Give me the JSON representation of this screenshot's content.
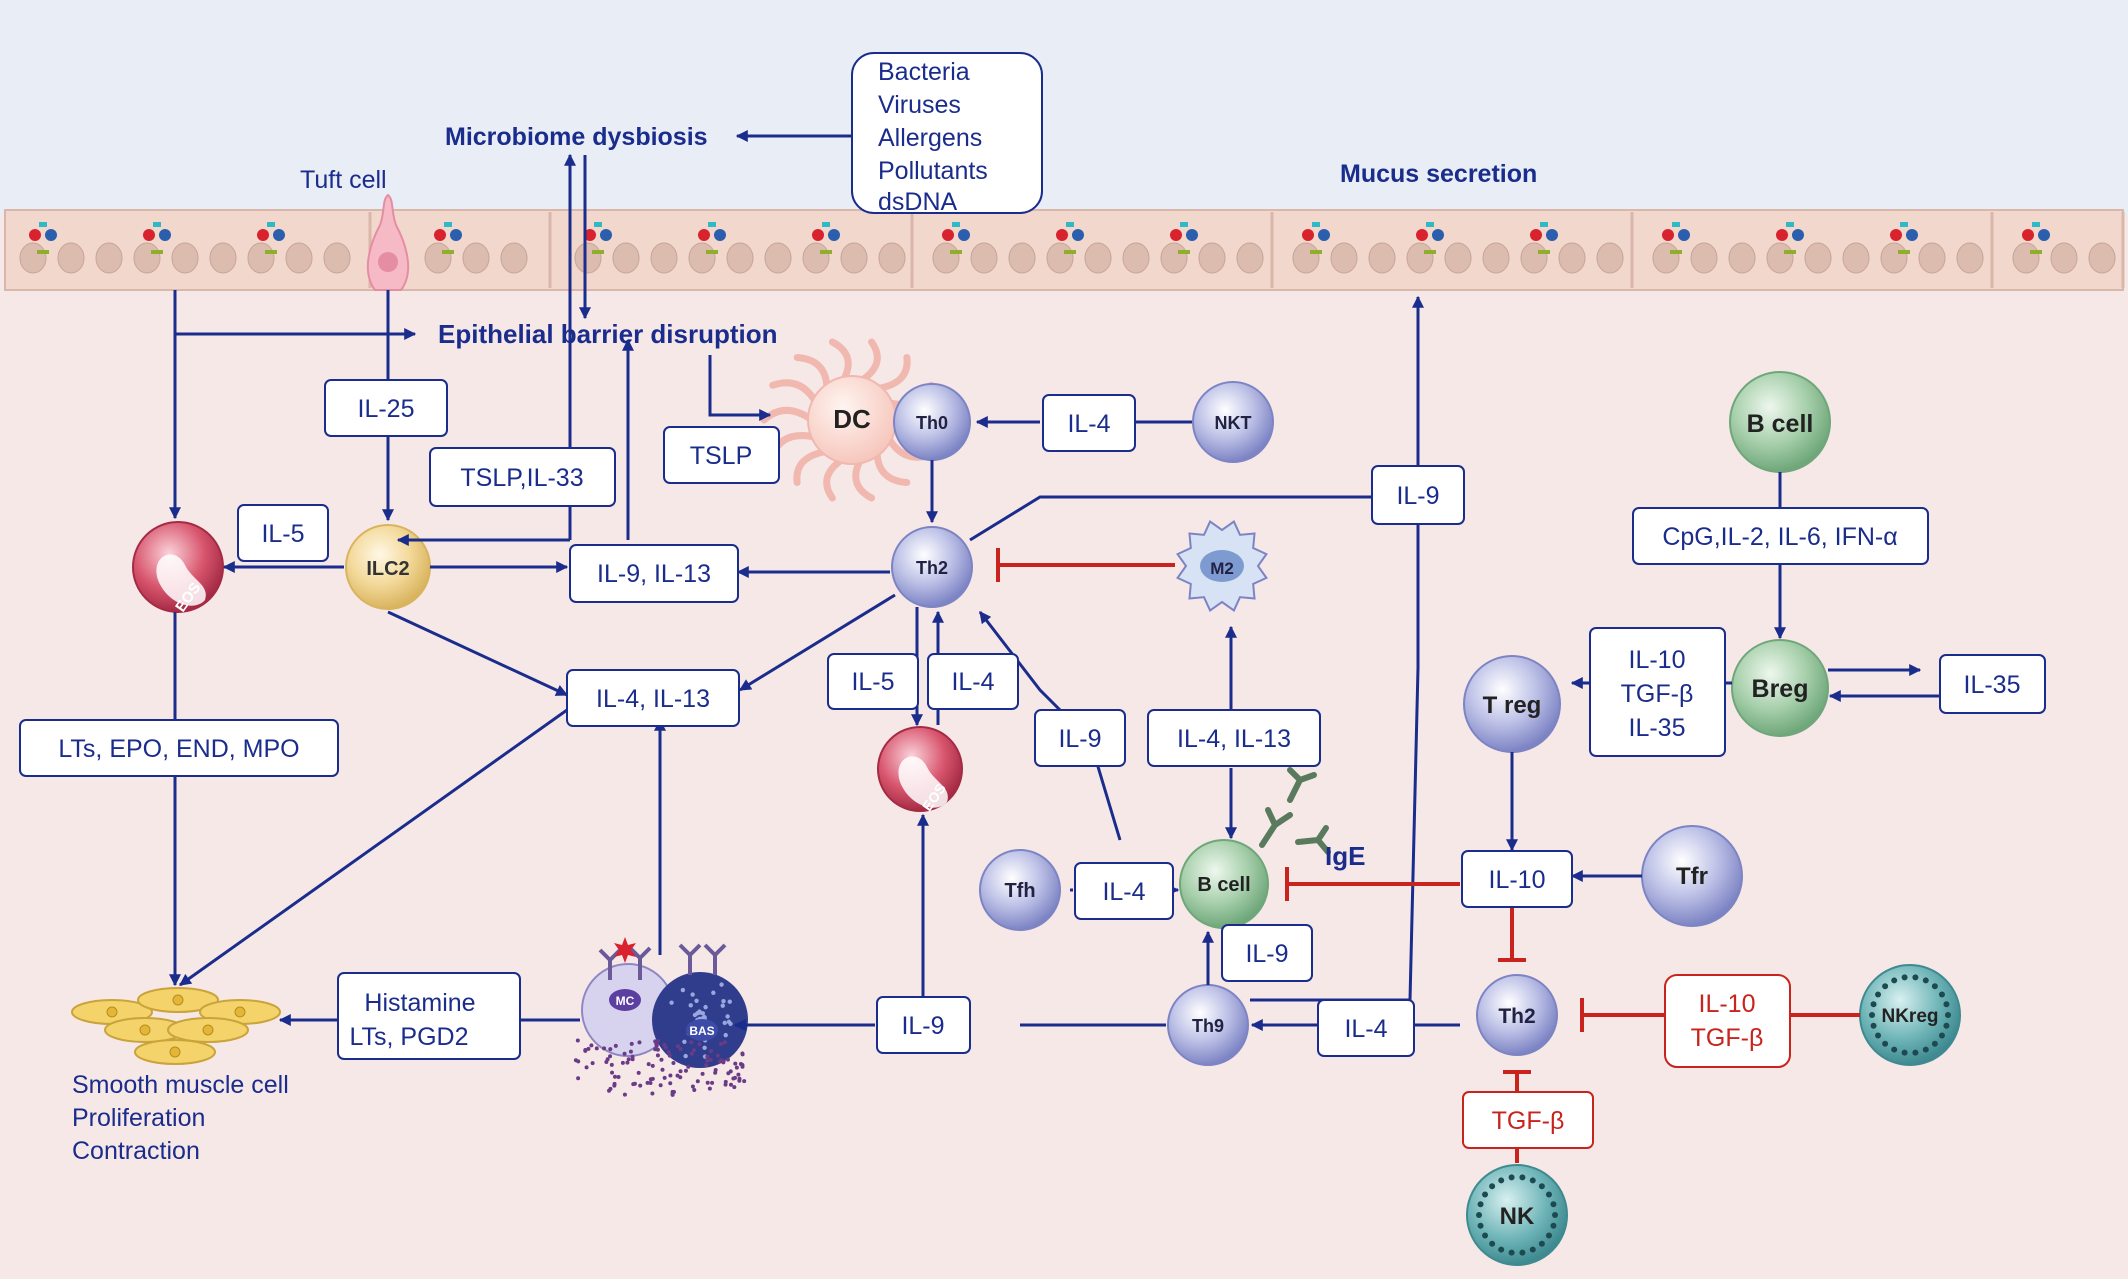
{
  "colors": {
    "sky": "#e8edf6",
    "tissue": "#f7e8e8",
    "navy": "#1a2c8c",
    "red": "#c8231c",
    "box_border": "#1a2c8c",
    "red_box_border": "#c8231c",
    "epithelium": "#f1d7cc",
    "nucleus": "#d8b4a4"
  },
  "labels": {
    "microbiome": "Microbiome dysbiosis",
    "tuft": "Tuft cell",
    "mucus": "Mucus secretion",
    "barrier": "Epithelial barrier disruption",
    "ige": "IgE",
    "smooth1": "Smooth muscle cell",
    "smooth2": "Proliferation",
    "smooth3": "Contraction"
  },
  "triggers": [
    "Bacteria",
    "Viruses",
    "Allergens",
    "Pollutants",
    "dsDNA"
  ],
  "boxes": {
    "il25": "IL-25",
    "tslp_il33": "TSLP,IL-33",
    "tslp": "TSLP",
    "il4_nkt": "IL-4",
    "il5_eos": "IL-5",
    "il9_il13": "IL-9, IL-13",
    "il9_top": "IL-9",
    "il4_il13_mid": "IL-4, IL-13",
    "lts_epo": "LTs, EPO, END, MPO",
    "il5_th2": "IL-5",
    "il4_th2": "IL-4",
    "il9_bcell": "IL-9",
    "il4_il13_m2": "IL-4, IL-13",
    "cpg": "CpG,IL-2, IL-6, IFN-α",
    "breg_out": [
      "IL-10",
      "TGF-β",
      "IL-35"
    ],
    "il35": "IL-35",
    "il4_tfh": "IL-4",
    "il10_center": "IL-10",
    "il9_th9_up": "IL-9",
    "histamine": [
      "Histamine",
      "LTs, PGD2"
    ],
    "il9_bottom": "IL-9",
    "il4_bottom": "IL-4",
    "nkreg_out": [
      "IL-10",
      "TGF-β"
    ],
    "tgfb_nk": "TGF-β"
  },
  "cells": {
    "eos_left": "EOS",
    "ilc2": "ILC2",
    "dc": "DC",
    "th0": "Th0",
    "nkt": "NKT",
    "th2_center": "Th2",
    "m2": "M2",
    "eos_center": "EOS",
    "bcell_top": "B cell",
    "breg": "Breg",
    "treg": "T reg",
    "tfh": "Tfh",
    "bcell_center": "B cell",
    "tfr": "Tfr",
    "mc": "MC",
    "bas": "BAS",
    "th9": "Th9",
    "th2_right": "Th2",
    "nkreg": "NKreg",
    "nk": "NK"
  }
}
